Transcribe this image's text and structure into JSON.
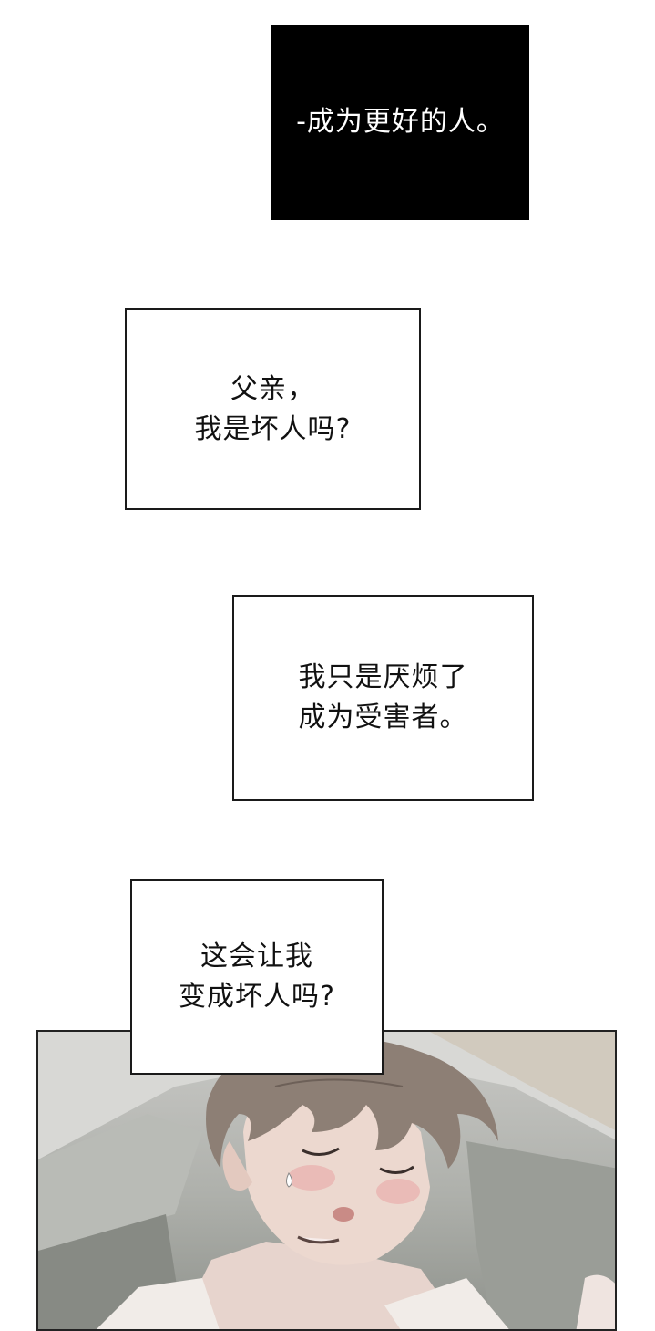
{
  "captions": [
    {
      "lines": [
        "-成为更好的人。"
      ],
      "style": "dark"
    },
    {
      "lines": [
        "父亲，",
        "我是坏人吗?"
      ],
      "style": "light"
    },
    {
      "lines": [
        "我只是厌烦了",
        "成为受害者。"
      ],
      "style": "light"
    },
    {
      "lines": [
        "这会让我",
        "变成坏人吗?"
      ],
      "style": "light"
    }
  ],
  "panel": {
    "description_icon": "sleeping-character-illustration"
  },
  "colors": {
    "caption_dark_bg": "#000000",
    "caption_light_border": "#1a1a1a",
    "page_bg": "#ffffff"
  }
}
